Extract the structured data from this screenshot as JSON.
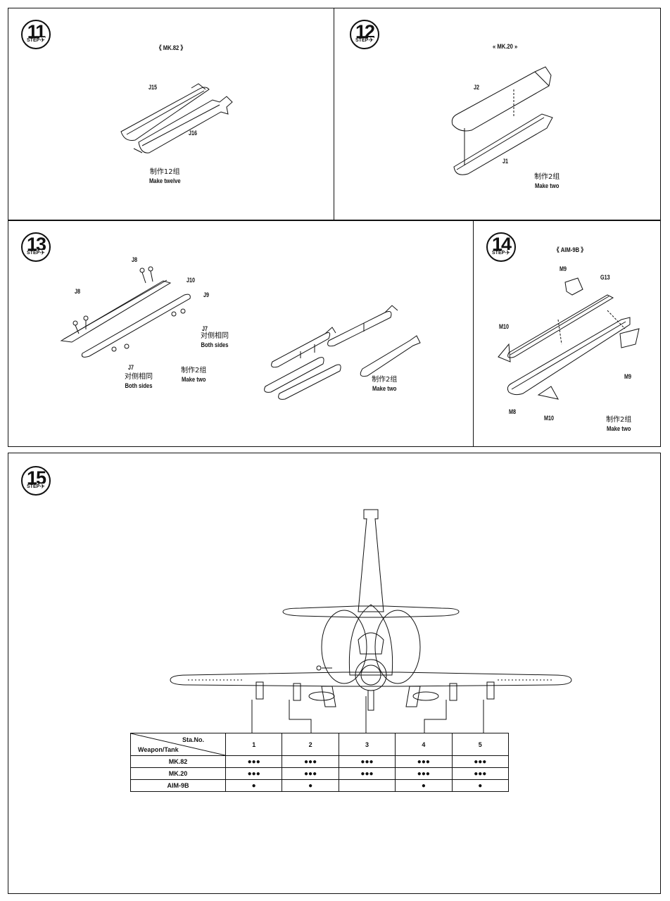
{
  "steps": {
    "s11": {
      "number": "11",
      "step_label": "STEP",
      "title": "《 MK.82 》",
      "parts": [
        "J15",
        "J16"
      ],
      "note_zh": "制作12组",
      "note_en": "Make twelve"
    },
    "s12": {
      "number": "12",
      "step_label": "STEP",
      "title": "« MK.20 »",
      "parts": [
        "J2",
        "J1"
      ],
      "note_zh": "制作2组",
      "note_en": "Make two"
    },
    "s13": {
      "number": "13",
      "step_label": "STEP",
      "parts": [
        "J8",
        "J10",
        "J9",
        "J8",
        "J7",
        "J7"
      ],
      "both_sides_zh": "对侧相同",
      "both_sides_en": "Both sides",
      "note1_zh": "制作2组",
      "note1_en": "Make two",
      "note2_zh": "制作2组",
      "note2_en": "Make two"
    },
    "s14": {
      "number": "14",
      "step_label": "STEP",
      "title": "《 AIM-9B 》",
      "parts": [
        "M9",
        "G13",
        "M10",
        "M9",
        "M8",
        "M10"
      ],
      "note_zh": "制作2组",
      "note_en": "Make two"
    },
    "s15": {
      "number": "15",
      "step_label": "STEP"
    }
  },
  "table": {
    "sta_header": "Sta.No.",
    "weapon_header": "Weapon/Tank",
    "stations": [
      "1",
      "2",
      "3",
      "4",
      "5"
    ],
    "rows": [
      {
        "name": "MK.82",
        "marks": [
          "●●●",
          "●●●",
          "●●●",
          "●●●",
          "●●●"
        ]
      },
      {
        "name": "MK.20",
        "marks": [
          "●●●",
          "●●●",
          "●●●",
          "●●●",
          "●●●"
        ]
      },
      {
        "name": "AIM-9B",
        "marks": [
          "●",
          "●",
          "",
          "●",
          "●"
        ]
      }
    ]
  }
}
